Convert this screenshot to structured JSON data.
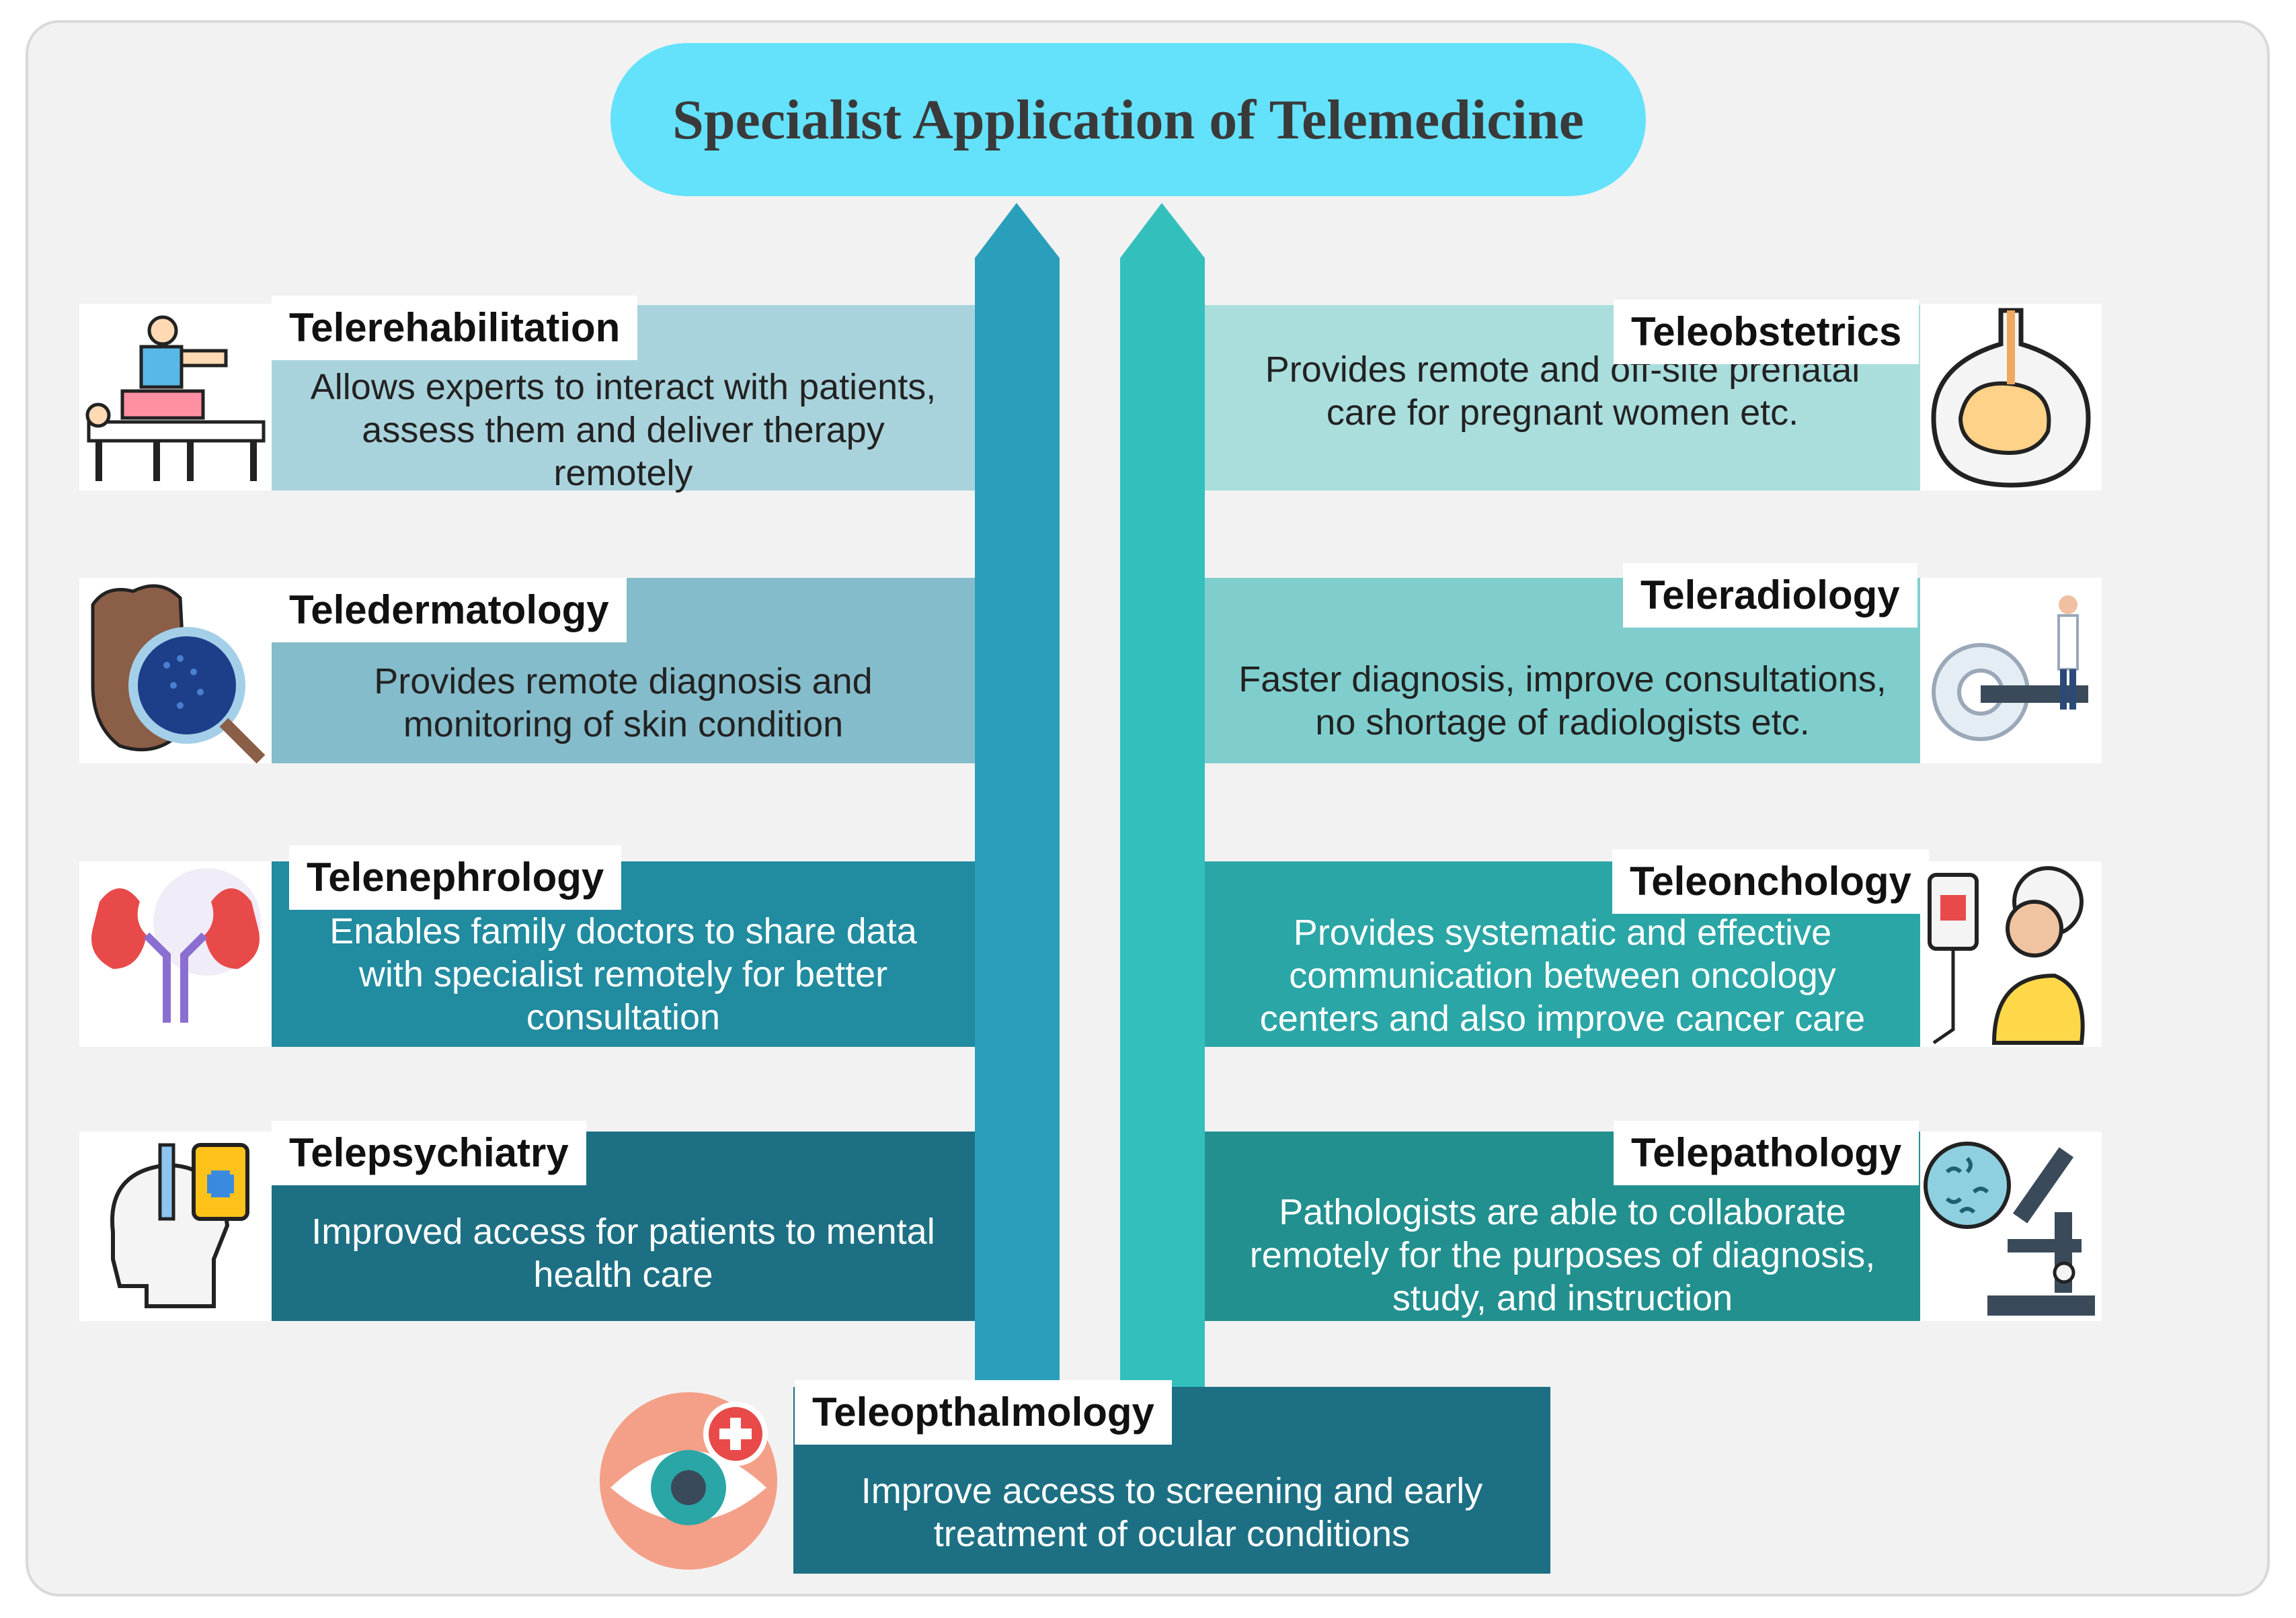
{
  "title": "Specialist Application of Telemedicine",
  "colors": {
    "title_fill": "#64e2fc",
    "arrow_left": "#2a9fbb",
    "arrow_right": "#33c0bd",
    "level1_left": "#a9d3dc",
    "level2_left": "#84bccb",
    "level3_left": "#218ba0",
    "level4_left": "#1d7084",
    "level1_right": "#a9dedd",
    "level2_right": "#7fcecd",
    "level3_right": "#2aa6a6",
    "level4_right": "#21908f",
    "bottom": "#1d7084"
  },
  "items": {
    "telerehabilitation": {
      "label": "Telerehabilitation",
      "description": "Allows experts to interact with patients, assess them and deliver therapy remotely",
      "icon": "physiotherapy-icon"
    },
    "teledermatology": {
      "label": "Teledermatology",
      "description": "Provides remote diagnosis and monitoring of skin condition",
      "icon": "skin-magnifier-icon"
    },
    "telenephrology": {
      "label": "Telenephrology",
      "description": "Enables family doctors to share data with specialist remotely for better consultation",
      "icon": "kidneys-icon"
    },
    "telepsychiatry": {
      "label": "Telepsychiatry",
      "description": "Improved access for patients to mental health care",
      "icon": "head-medicine-icon"
    },
    "teleobstetrics": {
      "label": "Teleobstetrics",
      "description": "Provides remote and off-site prenatal care for pregnant women etc.",
      "icon": "fetus-icon"
    },
    "teleradiology": {
      "label": "Teleradiology",
      "description": "Faster diagnosis, improve consultations, no shortage of radiologists etc.",
      "icon": "ct-scanner-icon"
    },
    "teleonchology": {
      "label": "Teleonchology",
      "description": "Provides systematic and effective communication between oncology centers and also improve cancer care",
      "icon": "chemotherapy-patient-icon"
    },
    "telepathology": {
      "label": "Telepathology",
      "description": "Pathologists are able to collaborate remotely for the purposes of diagnosis, study, and instruction",
      "icon": "microscope-icon"
    },
    "teleopthalmology": {
      "label": "Teleopthalmology",
      "description": "Improve access to screening and early treatment of ocular conditions",
      "icon": "eye-cross-icon"
    }
  }
}
